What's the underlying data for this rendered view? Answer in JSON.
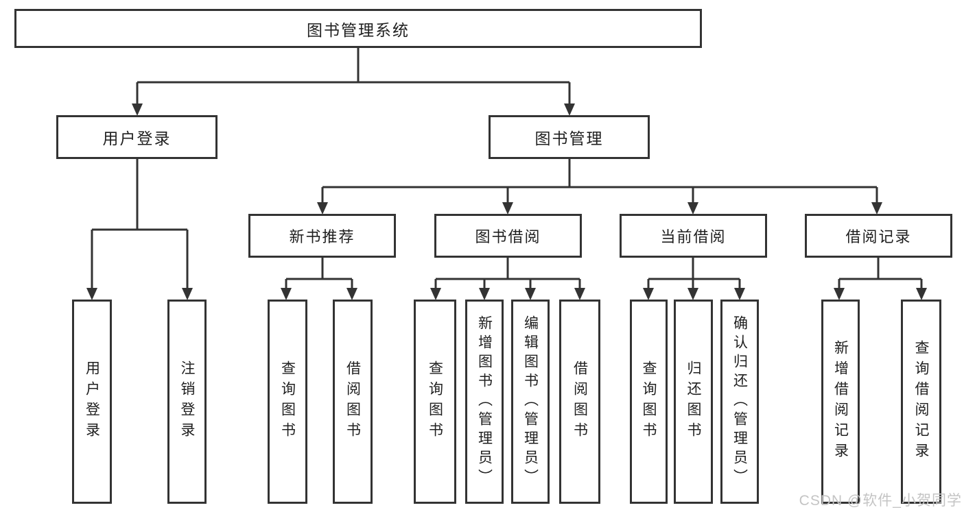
{
  "root": {
    "label": "图书管理系统"
  },
  "level2": {
    "user_login": "用户登录",
    "book_management": "图书管理"
  },
  "level3": {
    "new_book_recommend": "新书推荐",
    "book_borrow": "图书借阅",
    "current_borrow": "当前借阅",
    "borrow_records": "借阅记录"
  },
  "leaves": {
    "user_login": "用户登录",
    "logout": "注销登录",
    "query_book_recommend": "查询图书",
    "borrow_book_recommend": "借阅图书",
    "query_book_borrow": "查询图书",
    "add_book_admin": "新增图书（管理员）",
    "edit_book_admin": "编辑图书（管理员）",
    "borrow_book": "借阅图书",
    "query_book_current": "查询图书",
    "return_book": "归还图书",
    "confirm_return_admin": "确认归还（管理员）",
    "add_borrow_record": "新增借阅记录",
    "query_borrow_record": "查询借阅记录"
  },
  "watermark": "CSDN @软件_小贺同学",
  "colors": {
    "line": "#333333",
    "text": "#1f1f1f",
    "background": "#ffffff",
    "watermark": "#c4c4c4"
  }
}
